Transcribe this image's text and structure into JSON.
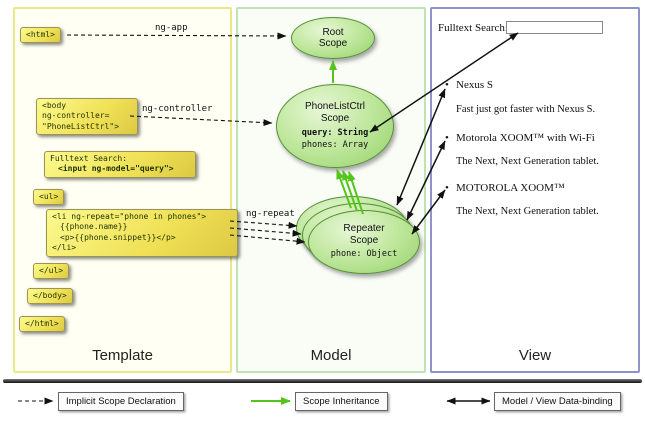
{
  "panels": {
    "template_label": "Template",
    "model_label": "Model",
    "view_label": "View"
  },
  "template": {
    "boxes": [
      {
        "lines": [
          "<html>"
        ]
      },
      {
        "lines": [
          "<body",
          "ng-controller=",
          "\"PhoneListCtrl\">"
        ]
      },
      {
        "lines": [
          "Fulltext Search:",
          "<input ng-model=\"query\">"
        ]
      },
      {
        "lines": [
          "<ul>"
        ]
      },
      {
        "lines": [
          "<li ng-repeat=\"phone in phones\">",
          "{{phone.name}}",
          "<p>{{phone.snippet}}</p>",
          "</li>"
        ]
      },
      {
        "lines": [
          "</ul>"
        ]
      },
      {
        "lines": [
          "</body>"
        ]
      },
      {
        "lines": [
          "</html>"
        ]
      }
    ]
  },
  "arrow_labels": {
    "ng_app": "ng-app",
    "ng_controller": "ng-controller",
    "ng_repeat": "ng-repeat"
  },
  "model": {
    "root_scope": {
      "line1": "Root",
      "line2": "Scope"
    },
    "phonelistctrl": {
      "line1": "PhoneListCtrl",
      "line2": "Scope",
      "query": "query: String",
      "phones": "phones: Array"
    },
    "repeater": {
      "line1": "Repeater",
      "line2": "Scope",
      "phone": "phone: Object"
    }
  },
  "view": {
    "search_label": "Fulltext Search:",
    "search_value": "",
    "items": [
      {
        "name": "Nexus S",
        "snippet": "Fast just got faster with Nexus S."
      },
      {
        "name": "Motorola XOOM™ with Wi-Fi",
        "snippet": "The Next, Next Generation tablet."
      },
      {
        "name": "MOTOROLA XOOM™",
        "snippet": "The Next, Next Generation tablet."
      }
    ]
  },
  "legend": {
    "implicit": "Implicit Scope Declaration",
    "inheritance": "Scope Inheritance",
    "binding": "Model / View Data-binding"
  },
  "colors": {
    "code_box_yellow": "#f2e35e",
    "scope_green": "#a8dd82",
    "inheritance_arrow_green": "#55c41c",
    "template_border": "#ebe88a",
    "model_border": "#bfe3b4",
    "view_border": "#8f93c9"
  }
}
